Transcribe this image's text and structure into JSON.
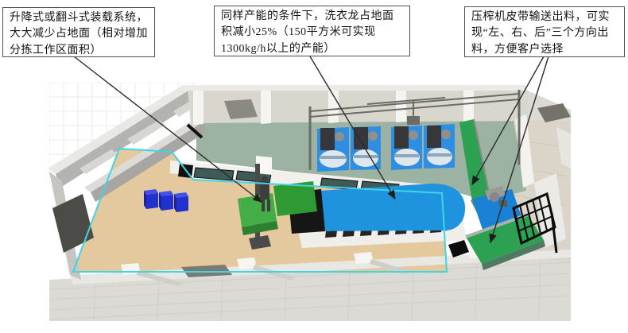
{
  "callouts": {
    "loading_system": {
      "text": "升降式或翻斗式装载系统，大大减少占地面（相对增加分拣工作区面积）"
    },
    "washer_footprint": {
      "text": "同样产能的条件下，洗衣龙占地面积减小25%（150平方米可实现1300kg/h以上的产能）"
    },
    "press_output": {
      "text": "压榨机皮带输送出料，可实现“左、右、后”三个方向出料，方便客户选择"
    }
  },
  "colors": {
    "highlight_outline": "#3fd4e6",
    "washer_blue": "#1f93dd",
    "press_blue": "#1a82d4",
    "dryer_blue": "#2e8fe2",
    "cart_blue": "#2230cc",
    "conveyor_green": "#2da152",
    "hopper_green": "#43ad46",
    "floor_tan": "#e4c89e",
    "floor_sage": "#9cb3a3",
    "wall_grey": "#d9d6cd",
    "pavement_grey": "#dbdad5"
  },
  "scene": {
    "elements": [
      "sorting-area",
      "loading-hopper",
      "tunnel-washer",
      "dryers",
      "press",
      "output-conveyors",
      "laundry-carts"
    ]
  }
}
